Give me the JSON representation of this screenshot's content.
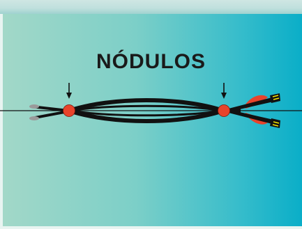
{
  "slide": {
    "title": "NÓDULOS"
  },
  "colors": {
    "background_left": "#a3d8c8",
    "background_right": "#0aaec8",
    "strand": "#111111",
    "node": "#e8432b",
    "arrow": "#111111",
    "baseline": "#111111",
    "bud_tip": "#e8432b",
    "bud_stripe": "#f5e600"
  },
  "icons": [
    "node-dot",
    "down-arrow",
    "bud-tip"
  ]
}
